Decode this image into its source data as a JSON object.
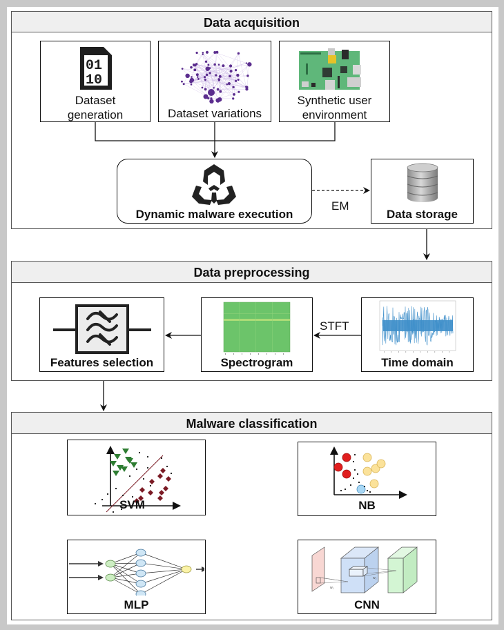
{
  "sections": {
    "acquisition": {
      "title": "Data acquisition",
      "nodes": {
        "dataset_generation": {
          "label_line1": "Dataset",
          "label_line2": "generation",
          "icon": "binary-file-icon"
        },
        "dataset_variations": {
          "label": "Dataset variations",
          "icon": "network-graph-icon"
        },
        "synthetic_env": {
          "label_line1": "Synthetic user",
          "label_line2": "environment",
          "icon": "circuit-board-icon"
        },
        "malware_execution": {
          "label": "Dynamic malware execution",
          "icon": "biohazard-icon"
        },
        "data_storage": {
          "label": "Data storage",
          "icon": "database-icon"
        }
      },
      "edge_label": "EM"
    },
    "preprocessing": {
      "title": "Data preprocessing",
      "nodes": {
        "features_selection": {
          "label": "Features selection",
          "icon": "filter-icon"
        },
        "spectrogram": {
          "label": "Spectrogram",
          "icon": "spectrogram-plot-icon"
        },
        "time_domain": {
          "label": "Time domain",
          "icon": "waveform-plot-icon"
        }
      },
      "edge_label": "STFT"
    },
    "classification": {
      "title": "Malware classification",
      "nodes": {
        "svm": {
          "label": "SVM",
          "icon": "svm-scatter-icon"
        },
        "nb": {
          "label": "NB",
          "icon": "naive-bayes-scatter-icon"
        },
        "mlp": {
          "label": "MLP",
          "icon": "neural-network-icon"
        },
        "cnn": {
          "label": "CNN",
          "icon": "cnn-layers-icon"
        }
      }
    }
  },
  "colors": {
    "border": "#111111",
    "header_bg": "#efefef",
    "svm_class_a": "#2e7d32",
    "svm_class_b": "#7b1a24",
    "nb_red": "#e01e1e",
    "nb_yellow": "#fbe29a",
    "nb_blue": "#a9d8f5",
    "mlp_input": "#cdeec3",
    "mlp_hidden": "#cfe6f5",
    "mlp_output": "#fbf3a8",
    "cnn_input": "#f8d7d3",
    "cnn_conv": "#cfe0f7",
    "cnn_out": "#d3f5d3",
    "spectrogram": "#6cc46a",
    "waveform": "#3f8fca",
    "network": "#5b2d8e",
    "pcb": "#5fb77a"
  }
}
